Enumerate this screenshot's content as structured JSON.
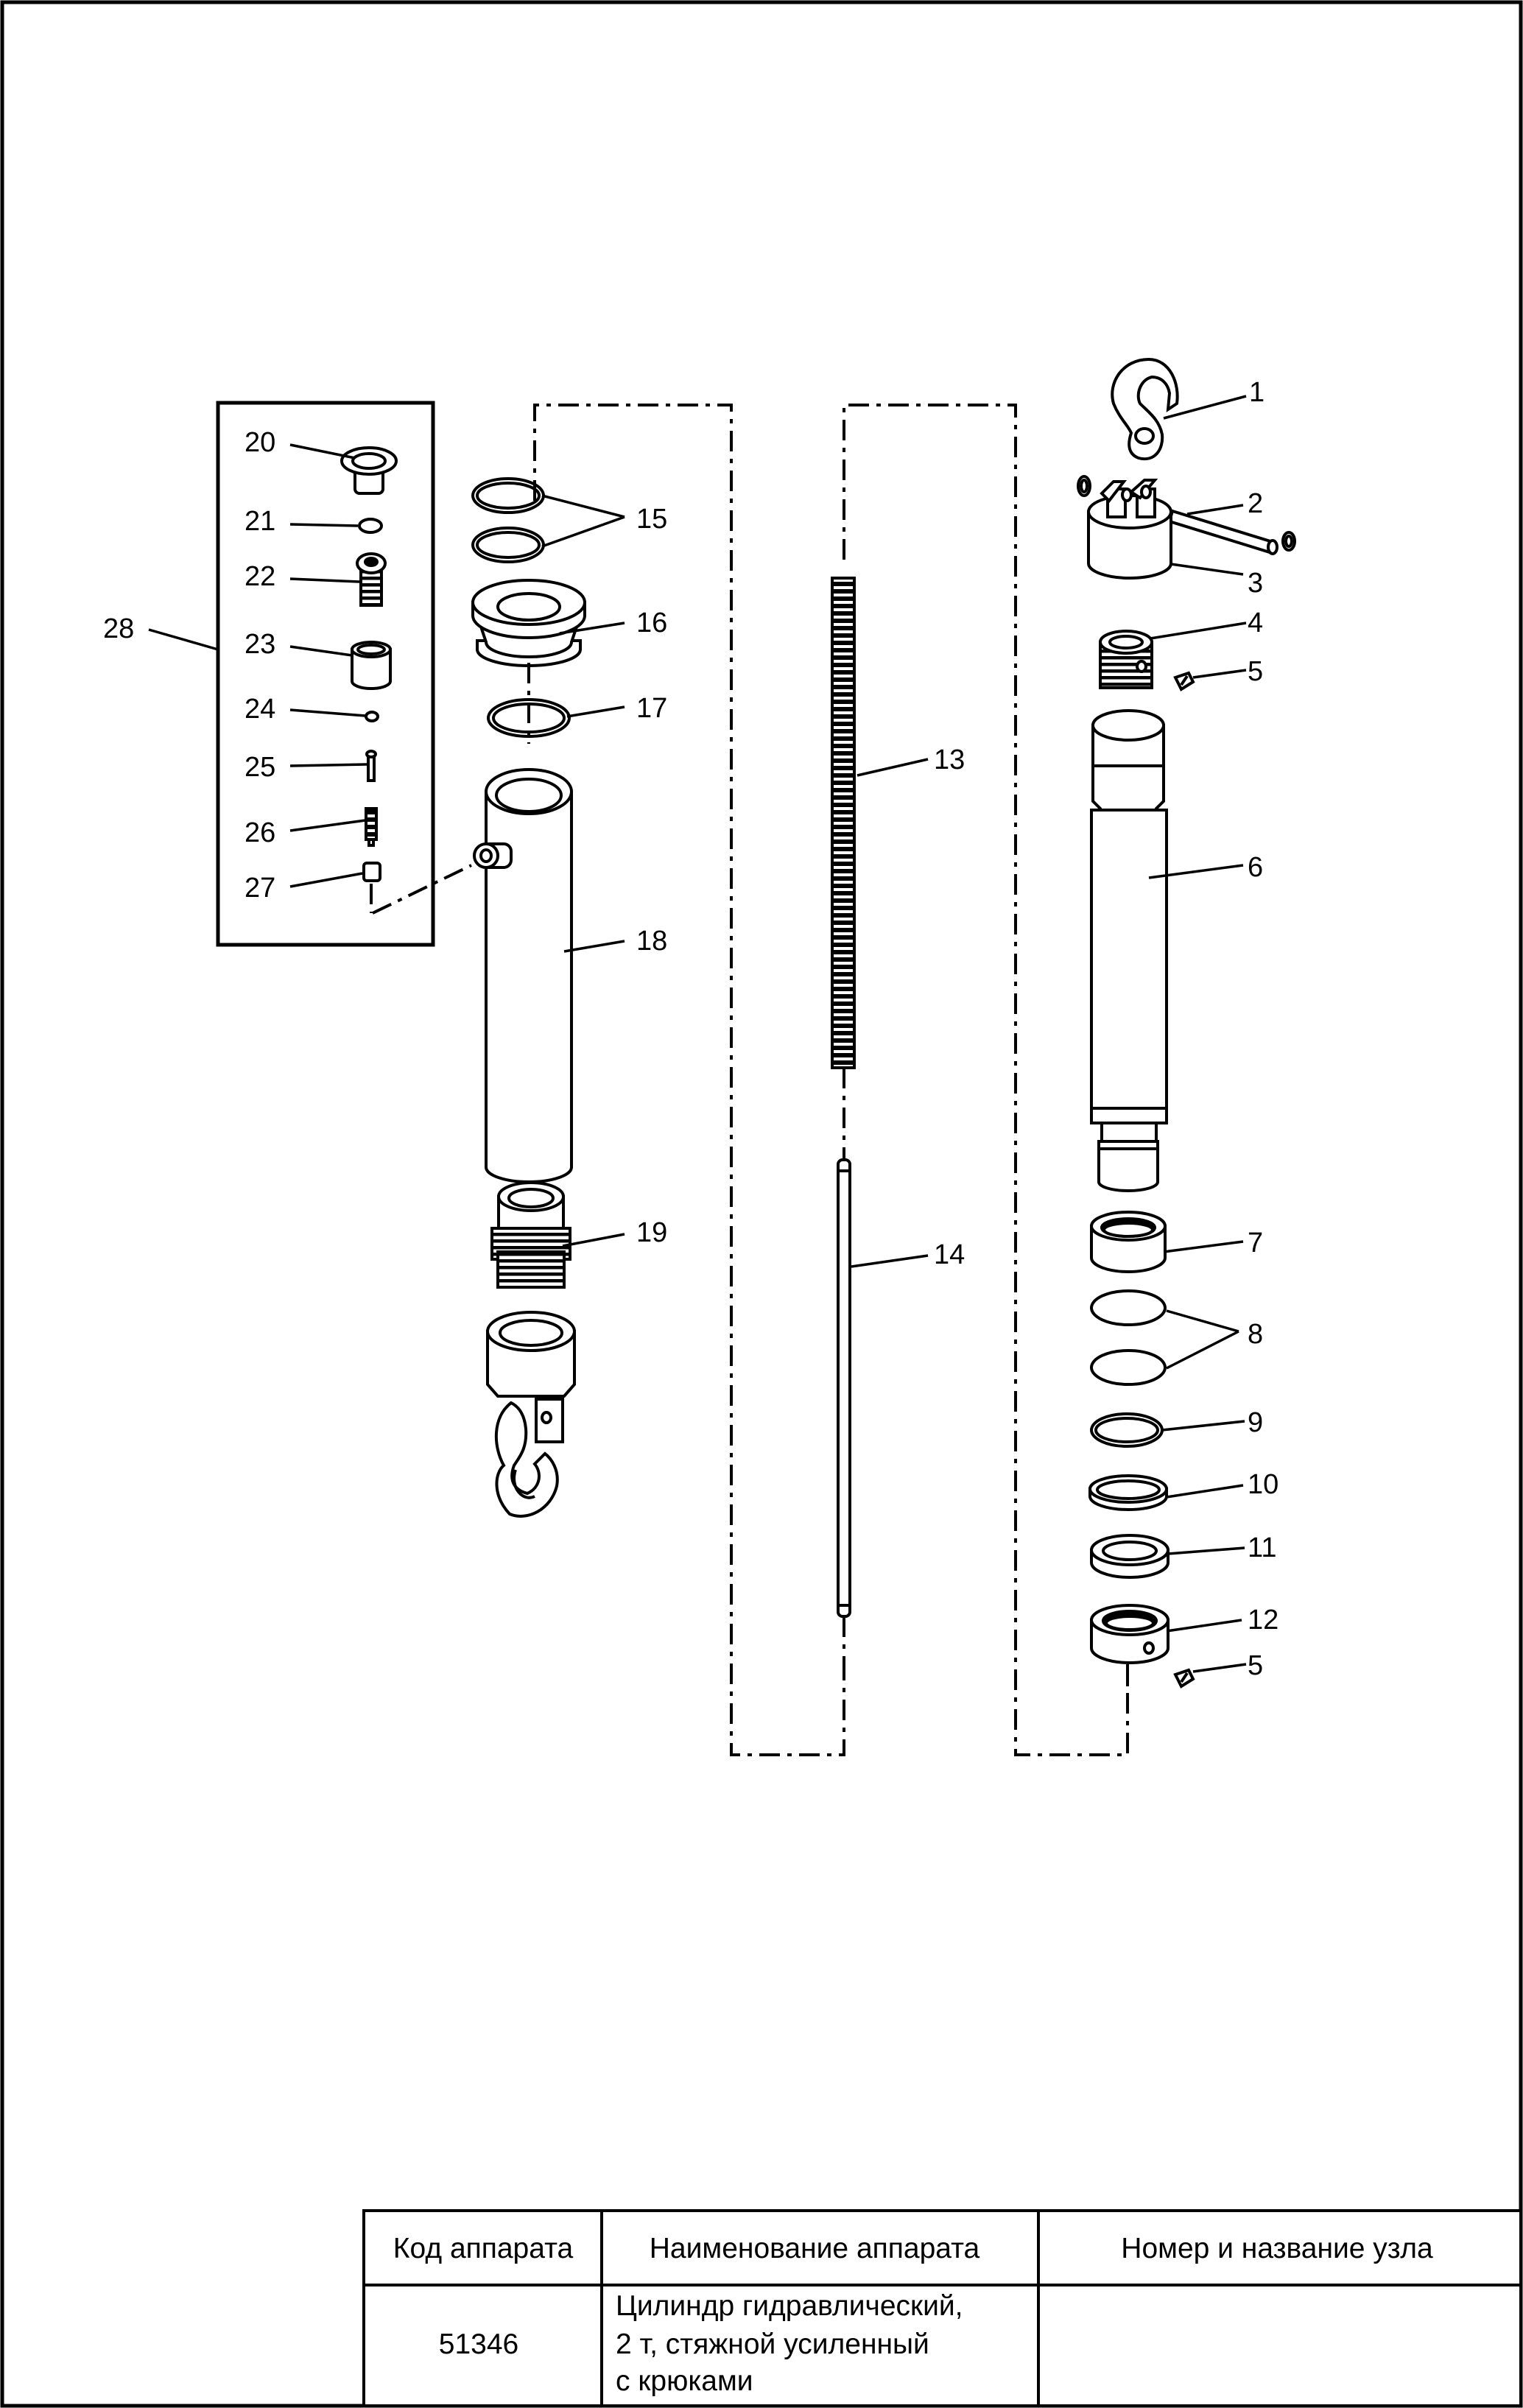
{
  "callouts": {
    "n1": "1",
    "n2": "2",
    "n3": "3",
    "n4": "4",
    "n5": "5",
    "n6": "6",
    "n7": "7",
    "n8": "8",
    "n9": "9",
    "n10": "10",
    "n11": "11",
    "n12": "12",
    "n13": "13",
    "n14": "14",
    "n15": "15",
    "n16": "16",
    "n17": "17",
    "n18": "18",
    "n19": "19",
    "n20": "20",
    "n21": "21",
    "n22": "22",
    "n23": "23",
    "n24": "24",
    "n25": "25",
    "n26": "26",
    "n27": "27",
    "n28": "28"
  },
  "title_block": {
    "headers": {
      "code": "Код аппарата",
      "name": "Наименование аппарата",
      "unit": "Номер и название узла"
    },
    "row": {
      "code": "51346",
      "name_line1": "Цилиндр гидравлический,",
      "name_line2": "2 т, стяжной усиленный",
      "name_line3": "с крюками",
      "unit": ""
    }
  }
}
